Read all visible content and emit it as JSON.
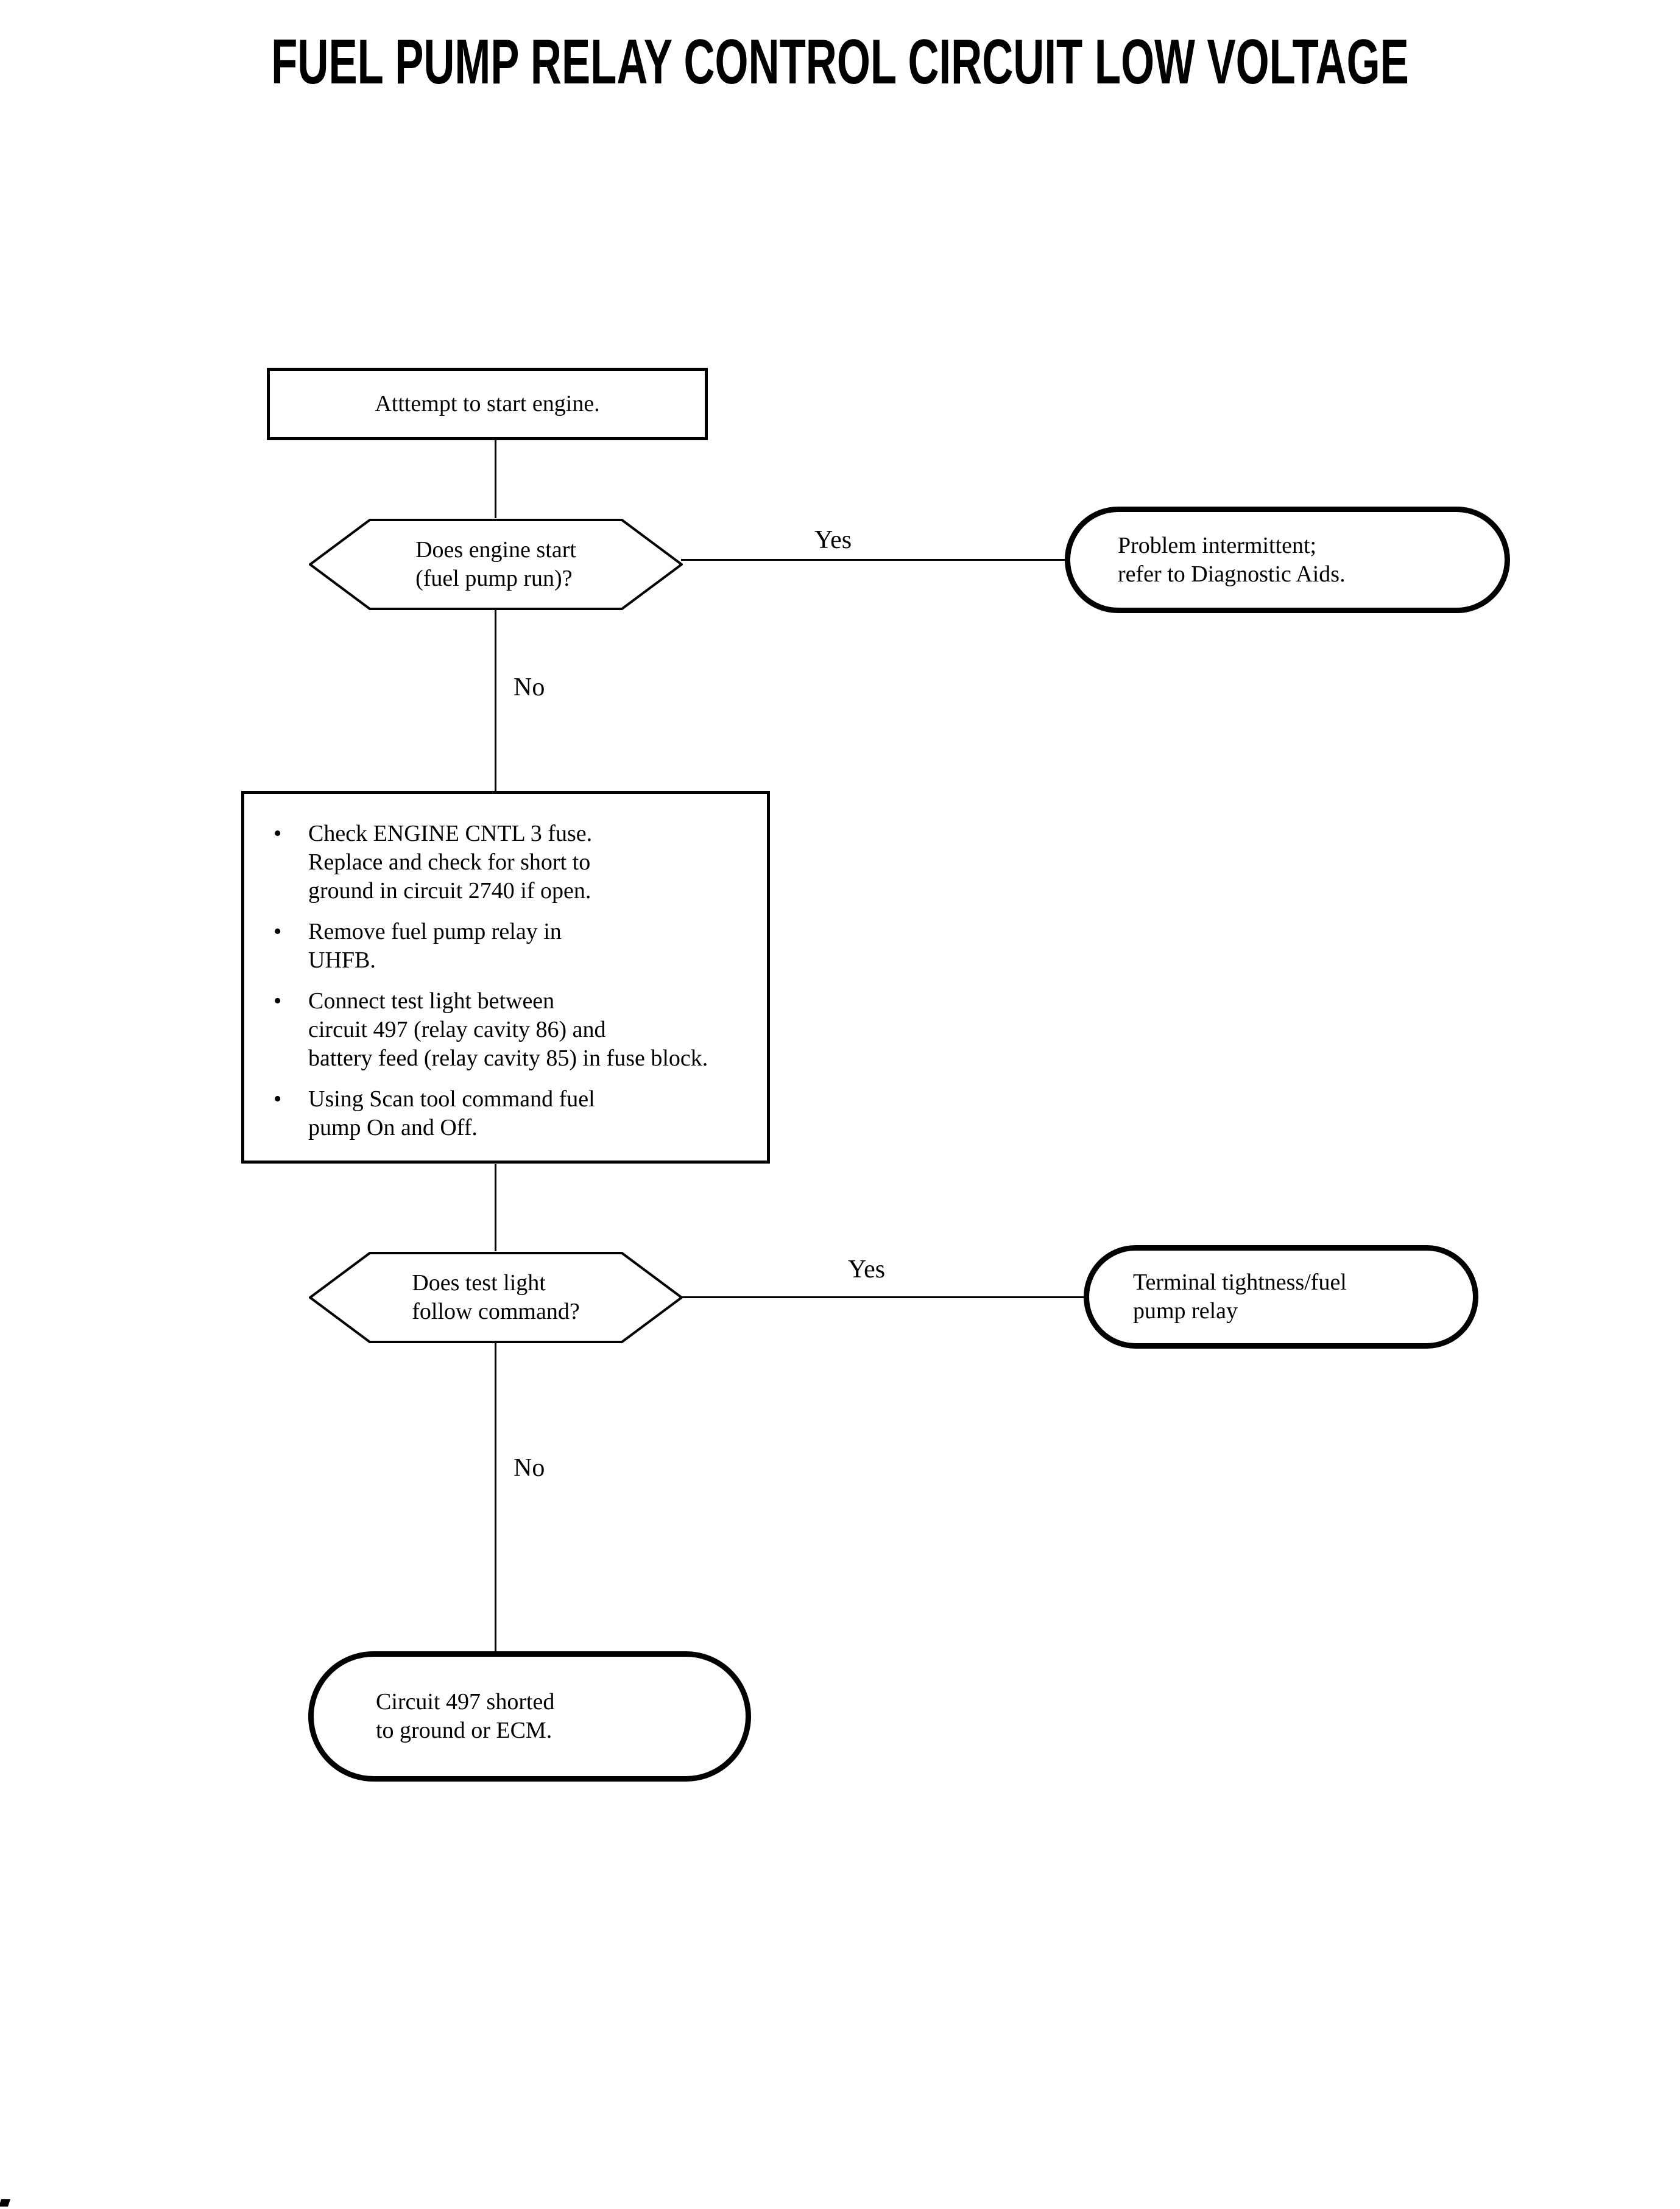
{
  "page": {
    "title": "FUEL PUMP RELAY CONTROL CIRCUIT LOW VOLTAGE"
  },
  "colors": {
    "ink": "#000000",
    "paper": "#ffffff"
  },
  "flowchart": {
    "start_box": {
      "text": "Atttempt to start engine."
    },
    "decision_1": {
      "text": "Does engine start\n(fuel pump run)?"
    },
    "branch_1": {
      "yes_label": "Yes",
      "no_label": "No"
    },
    "result_intermittent": {
      "text": "Problem intermittent;\nrefer to Diagnostic Aids."
    },
    "action_box": {
      "bullet_glyph": "•",
      "items": [
        "Check ENGINE CNTL 3 fuse.\nReplace and check for short to\nground in circuit 2740 if open.",
        "Remove fuel pump relay in\nUHFB.",
        "Connect test light between\ncircuit 497 (relay cavity 86) and\nbattery feed (relay cavity 85) in fuse block.",
        "Using Scan tool command fuel\npump On and Off."
      ]
    },
    "decision_2": {
      "text": "Does test light\nfollow command?"
    },
    "branch_2": {
      "yes_label": "Yes",
      "no_label": "No"
    },
    "result_terminal_tightness": {
      "text": "Terminal tightness/fuel\npump relay"
    },
    "result_circuit_shorted": {
      "text": "Circuit 497 shorted\nto ground or ECM."
    }
  }
}
